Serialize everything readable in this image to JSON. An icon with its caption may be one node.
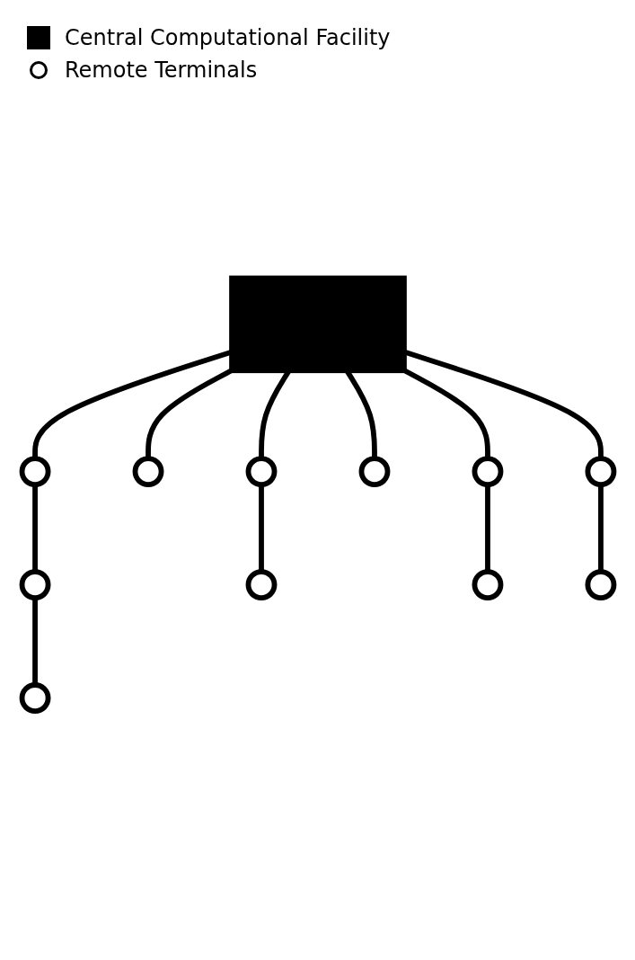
{
  "diagram": {
    "nodes": [
      {
        "text": [],
        "shape": "box"
      },
      {
        "text": [],
        "shape": "circle"
      },
      {
        "text": [],
        "shape": "circle"
      },
      {
        "text": [],
        "shape": "circle"
      },
      {
        "text": [],
        "shape": "circle"
      },
      {
        "text": [],
        "shape": "circle"
      },
      {
        "text": [],
        "shape": "circle"
      },
      {
        "text": [],
        "shape": "circle"
      },
      {
        "text": [],
        "shape": "circle"
      },
      {
        "text": [],
        "shape": "circle"
      },
      {
        "text": [],
        "shape": "circle"
      },
      {
        "text": [],
        "shape": "circle"
      }
    ],
    "edges": [
      {
        "from": 0,
        "to": 1,
        "arrow": "none"
      },
      {
        "from": 1,
        "to": 2,
        "arrow": "none"
      },
      {
        "from": 2,
        "to": 3,
        "arrow": "none"
      },
      {
        "from": 0,
        "to": 4,
        "arrow": "none"
      },
      {
        "from": 0,
        "to": 5,
        "arrow": "none"
      },
      {
        "from": 5,
        "to": 6,
        "arrow": "none"
      },
      {
        "from": 0,
        "to": 7,
        "arrow": "none"
      },
      {
        "from": 0,
        "to": 8,
        "arrow": "none"
      },
      {
        "from": 8,
        "to": 9,
        "arrow": "none"
      },
      {
        "from": 0,
        "to": 10,
        "arrow": "none"
      },
      {
        "from": 10,
        "to": 11,
        "arrow": "none"
      }
    ],
    "legend": [
      {
        "text": "Central Computational Facility",
        "color": "#000000"
      },
      {
        "text": "Remote Terminals"
      }
    ]
  }
}
